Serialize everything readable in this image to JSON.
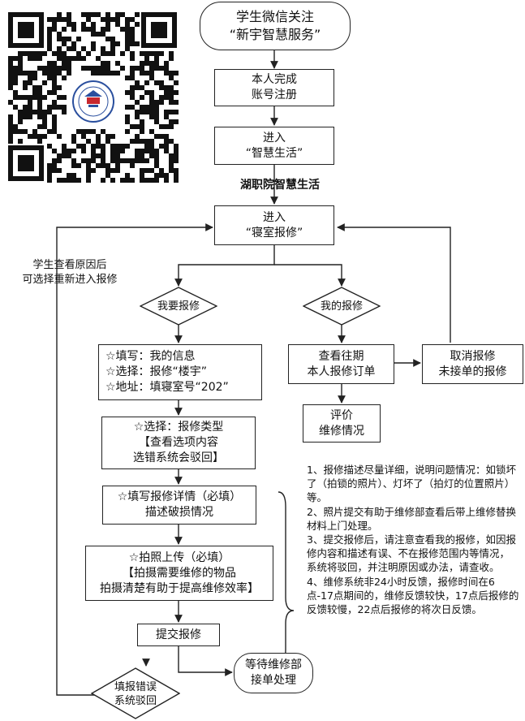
{
  "qr_caption": "湖职院智慧生活",
  "start": {
    "line1": "学生微信关注",
    "line2": "“新宇智慧服务”"
  },
  "register": {
    "line1": "本人完成",
    "line2": "账号注册"
  },
  "enter_life": {
    "line1": "进入",
    "line2": "“智慧生活”"
  },
  "enter_repair": {
    "line1": "进入",
    "line2": "“寝室报修”"
  },
  "loop_note": {
    "line1": "学生查看原因后",
    "line2": "可选择重新进入报修"
  },
  "decision_repair": "我要报修",
  "decision_mine": "我的报修",
  "fill_info": {
    "line1": "☆填写：我的信息",
    "line2": "☆选择：报修“楼宇”",
    "line3": "☆地址：填寝室号“202”"
  },
  "view_orders": {
    "line1": "查看往期",
    "line2": "本人报修订单"
  },
  "cancel": {
    "line1": "取消报修",
    "line2": "未接单的报修"
  },
  "evaluate": {
    "line1": "评价",
    "line2": "维修情况"
  },
  "choose_type": {
    "line1": "☆选择：报修类型",
    "line2": "【查看选项内容",
    "line3": "选错系统会驳回】"
  },
  "details": {
    "line1": "☆填写报修详情（必填）",
    "line2": "描述破损情况"
  },
  "photo": {
    "line1": "☆拍照上传（必填）",
    "line2": "【拍摄需要维修的物品",
    "line3": "拍摄清楚有助于提高维修效率】"
  },
  "submit": "提交报修",
  "wait": {
    "line1": "等待维修部",
    "line2": "接单处理"
  },
  "reject": {
    "line1": "填报错误",
    "line2": "系统驳回"
  },
  "notes": [
    "1、报修描述尽量详细，说明问题情况：如锁坏了（拍锁的照片）、灯坏了（拍灯的位置照片）等。",
    "2、照片提交有助于维修部查看后带上维修替换材料上门处理。",
    "3、提交报修后，请注意查看我的报修，如因报修内容和描述有误、不在报修范围内等情况，系统将驳回，并注明原因或办法，请查收。",
    "4、维修系统非24小时反馈，报修时间在6点-17点期间的，维修反馈较快，17点后报修的反馈较慢，22点后报修的将次日反馈。"
  ]
}
